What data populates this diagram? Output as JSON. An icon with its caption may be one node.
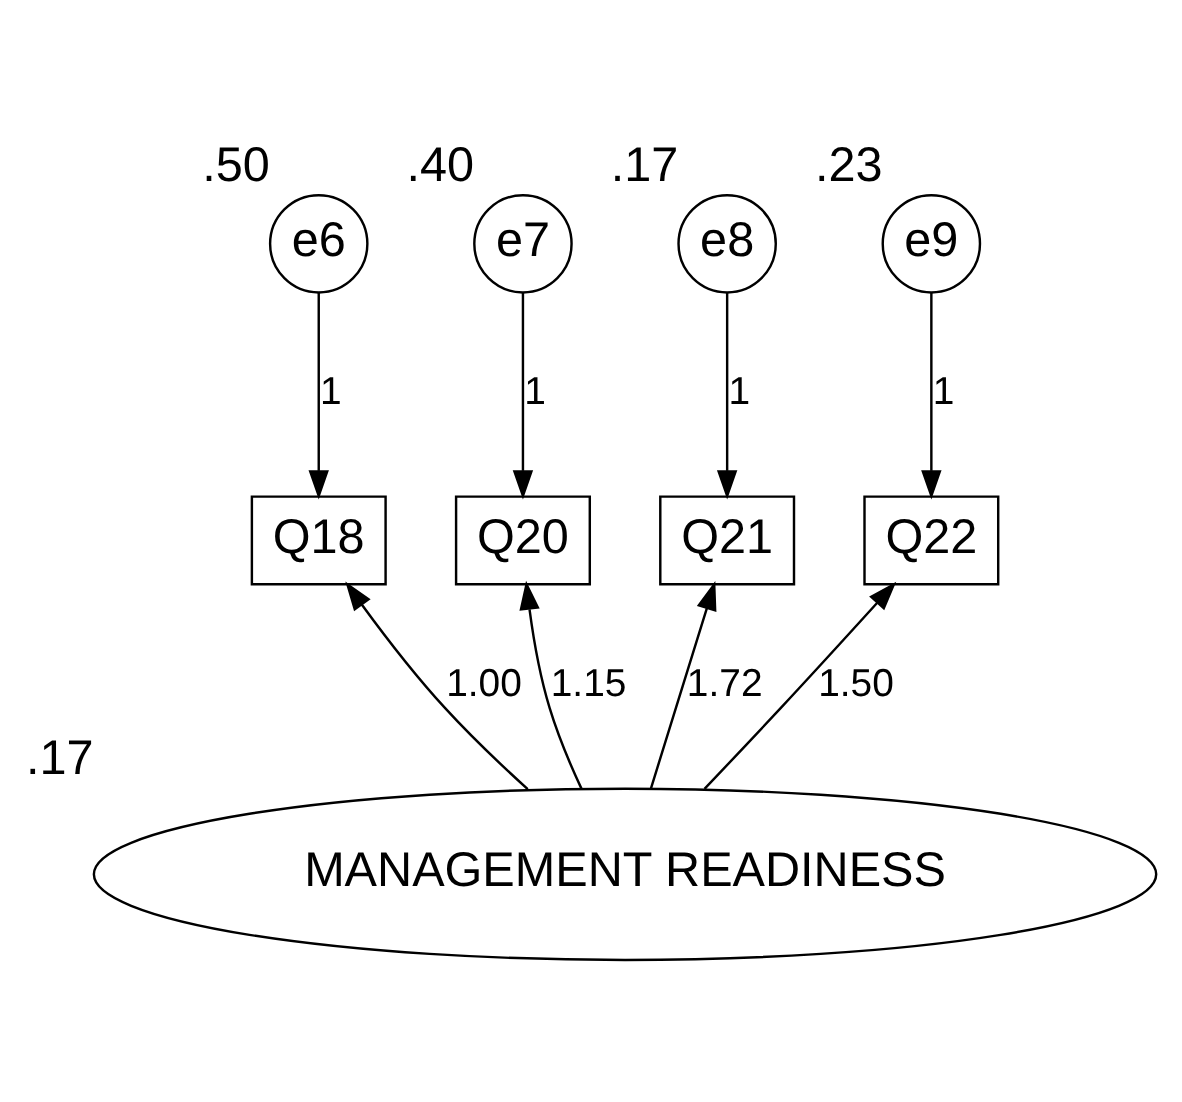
{
  "diagram": {
    "nodes": [
      {
        "text": [
          "e6"
        ],
        "beside": [
          ".50"
        ]
      },
      {
        "text": [
          "e7"
        ],
        "beside": [
          ".40"
        ]
      },
      {
        "text": [
          "e8"
        ],
        "beside": [
          ".17"
        ]
      },
      {
        "text": [
          "e9"
        ],
        "beside": [
          ".23"
        ]
      },
      {
        "text": [
          "Q18"
        ]
      },
      {
        "text": [
          "Q20"
        ]
      },
      {
        "text": [
          "Q21"
        ]
      },
      {
        "text": [
          "Q22"
        ]
      },
      {
        "text": [
          "MANAGEMENT READINESS"
        ],
        "beside": [
          ".17"
        ]
      }
    ],
    "edges": [
      {
        "from": 0,
        "to": 4,
        "arrow": "to",
        "label": "1"
      },
      {
        "from": 1,
        "to": 5,
        "arrow": "to",
        "label": "1"
      },
      {
        "from": 2,
        "to": 6,
        "arrow": "to",
        "label": "1"
      },
      {
        "from": 3,
        "to": 7,
        "arrow": "to",
        "label": "1"
      },
      {
        "from": 8,
        "to": 4,
        "arrow": "to",
        "label": "1.00"
      },
      {
        "from": 8,
        "to": 5,
        "arrow": "to",
        "label": "1.15"
      },
      {
        "from": 8,
        "to": 6,
        "arrow": "to",
        "label": "1.72"
      },
      {
        "from": 8,
        "to": 7,
        "arrow": "to",
        "label": "1.50"
      }
    ]
  }
}
